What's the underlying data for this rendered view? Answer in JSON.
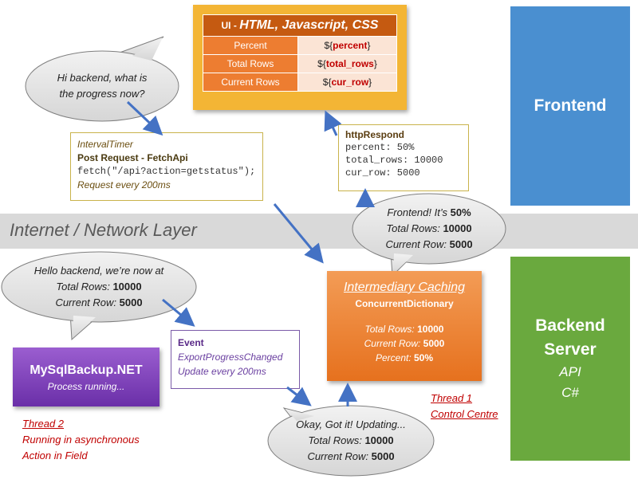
{
  "frontend": {
    "label": "Frontend"
  },
  "backend": {
    "title_line1": "Backend",
    "title_line2": "Server",
    "sub1": "API",
    "sub2": "C#"
  },
  "network": {
    "label": "Internet  / Network Layer"
  },
  "ui": {
    "title_bold": "UI - ",
    "title_italic": "HTML, Javascript, CSS",
    "rows": [
      {
        "label": "Percent",
        "prefix": "${",
        "var": "percent",
        "suffix": "}"
      },
      {
        "label": "Total Rows",
        "prefix": "${",
        "var": "total_rows",
        "suffix": "}"
      },
      {
        "label": "Current Rows",
        "prefix": "${",
        "var": "cur_row",
        "suffix": "}"
      }
    ]
  },
  "bubble_frontend": {
    "line1": "Hi backend, what is",
    "line2": "the progress now?"
  },
  "poll_box": {
    "line1": "IntervalTimer",
    "line2": "Post Request - FetchApi",
    "line3": "fetch(\"/api?action=getstatus\");",
    "line4": "Request every 200ms"
  },
  "response_box": {
    "header": "httpRespond",
    "line1": "percent: 50%",
    "line2": "total_rows: 10000",
    "line3": "cur_row: 5000"
  },
  "bubble_reply": {
    "line1_pre": "Frontend! It’s ",
    "line1_val": "50%",
    "line2_pre": "Total Rows: ",
    "line2_val": "10000",
    "line3_pre": "Current Row: ",
    "line3_val": "5000"
  },
  "bubble_mysql": {
    "line1": "Hello backend, we’re now at",
    "line2_pre": "Total Rows: ",
    "line2_val": "10000",
    "line3_pre": "Current Row: ",
    "line3_val": "5000"
  },
  "event_box": {
    "header": "Event",
    "line1": "ExportProgressChanged",
    "line2": "Update every 200ms"
  },
  "mysql_box": {
    "title": "MySqlBackup.NET",
    "sub": "Process running..."
  },
  "cache_box": {
    "title": "Intermediary Caching",
    "sub": "ConcurrentDictionary",
    "r1_pre": "Total Rows: ",
    "r1_val": "10000",
    "r2_pre": "Current Row: ",
    "r2_val": "5000",
    "r3_pre": "Percent: ",
    "r3_val": "50%"
  },
  "bubble_cache": {
    "line1": "Okay, Got it! Updating...",
    "line2_pre": "Total Rows: ",
    "line2_val": "10000",
    "line3_pre": "Current Row: ",
    "line3_val": "5000"
  },
  "thread1": {
    "line1": "Thread 1",
    "line2": "Control Centre"
  },
  "thread2": {
    "line1": "Thread 2",
    "line2": "Running in asynchronous",
    "line3": "Action in Field"
  },
  "colors": {
    "frontend": "#4a8fd0",
    "backend": "#6aa93e",
    "arrow": "#4472c4",
    "note": "#c00000"
  }
}
